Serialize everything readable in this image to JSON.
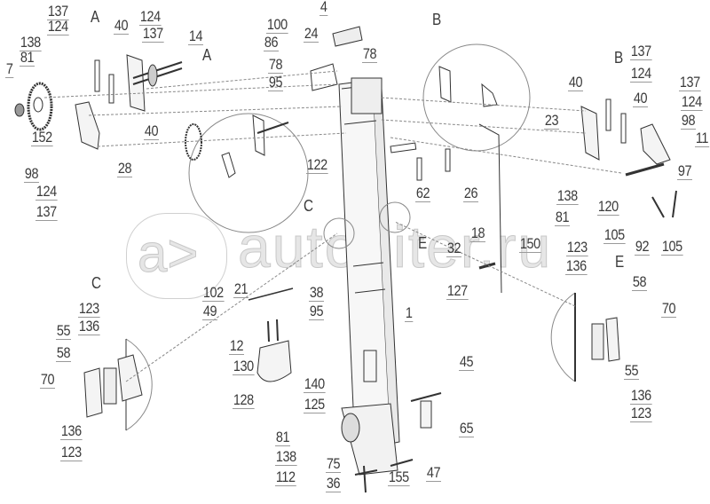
{
  "watermark": {
    "logo_text": "a>",
    "text": "autopiter.ru"
  },
  "detail_markers": [
    "A",
    "A",
    "B",
    "B",
    "C",
    "C",
    "E",
    "E"
  ],
  "labels": [
    "137",
    "124",
    "40",
    "124",
    "137",
    "14",
    "138",
    "81",
    "7",
    "152",
    "40",
    "98",
    "28",
    "124",
    "137",
    "100",
    "86",
    "78",
    "95",
    "24",
    "4",
    "122",
    "78",
    "62",
    "26",
    "18",
    "32",
    "150",
    "137",
    "124",
    "40",
    "40",
    "137",
    "124",
    "98",
    "11",
    "23",
    "138",
    "120",
    "81",
    "97",
    "105",
    "92",
    "105",
    "123",
    "136",
    "55",
    "58",
    "70",
    "136",
    "123",
    "21",
    "102",
    "38",
    "49",
    "95",
    "12",
    "130",
    "128",
    "140",
    "125",
    "81",
    "138",
    "112",
    "75",
    "36",
    "127",
    "1",
    "45",
    "65",
    "47",
    "155",
    "123",
    "136",
    "58",
    "70",
    "55",
    "136",
    "123"
  ]
}
